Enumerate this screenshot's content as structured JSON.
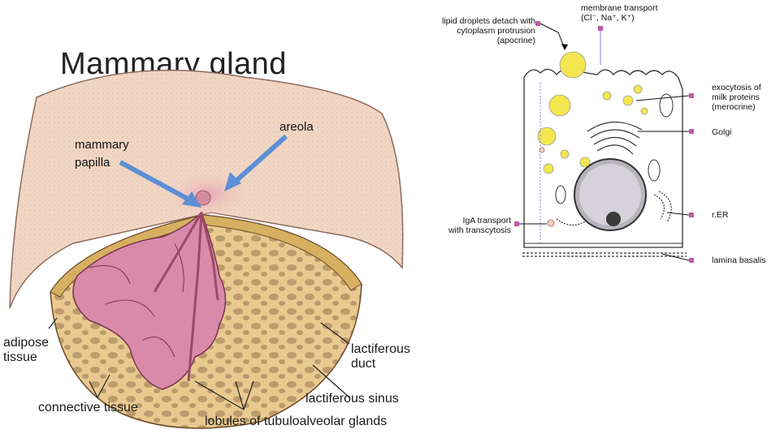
{
  "slide": {
    "title": "Mammary gland"
  },
  "anatomy": {
    "labels": {
      "mammary_papilla_line1": "mammary",
      "mammary_papilla_line2": "papilla",
      "areola": "areola",
      "adipose_line1": "adipose",
      "adipose_line2": "tissue",
      "connective_tissue": "connective tissue",
      "lactiferous_duct_line1": "lactiferous",
      "lactiferous_duct_line2": "duct",
      "lactiferous_sinus": "lactiferous sinus",
      "lobules": "lobules of tubuloalveolar glands"
    },
    "colors": {
      "skin": "#f2d6c4",
      "fat": "#e9c98f",
      "gland": "#d98aa8",
      "arrow": "#5b8fd6"
    }
  },
  "cell": {
    "labels": {
      "lipid_line1": "lipid droplets detach with",
      "lipid_line2": "cytoplasm protrusion",
      "lipid_line3": "(apocrine)",
      "membrane_line1": "membrane transport",
      "membrane_line2": "(Cl⁻, Na⁺, K⁺)",
      "exocytosis_line1": "exocytosis of",
      "exocytosis_line2": "milk proteins",
      "exocytosis_line3": "(merocrine)",
      "golgi": "Golgi",
      "rer": "r.ER",
      "lamina": "lamina basalis",
      "iga_line1": "IgA transport",
      "iga_line2": "with transcytosis"
    },
    "colors": {
      "droplet": "#f3e64e",
      "marker": "#c05aa8",
      "nucleus": "#b8b4bc"
    }
  }
}
